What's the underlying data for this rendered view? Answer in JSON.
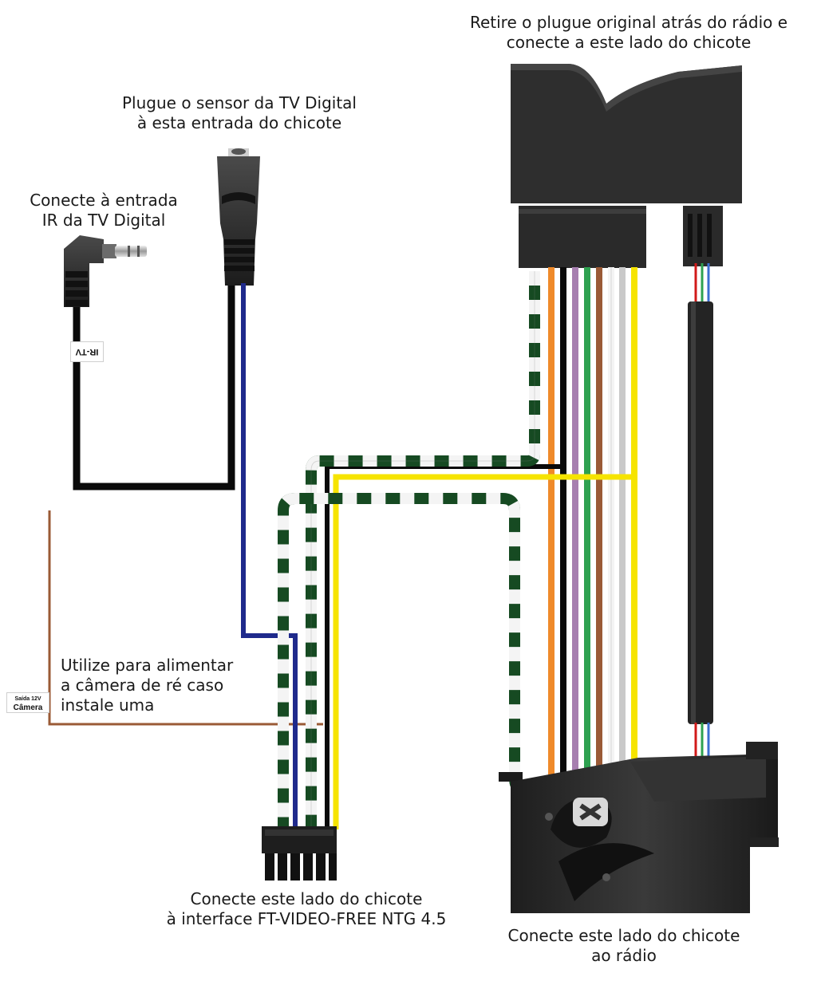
{
  "labels": {
    "radio_plug_line1": "Retire o plugue original atrás do rádio e",
    "radio_plug_line2": "conecte a este lado do chicote",
    "tv_sensor_line1": "Plugue o sensor da TV Digital",
    "tv_sensor_line2": "à esta entrada do chicote",
    "ir_input_line1": "Conecte à entrada",
    "ir_input_line2": "IR da TV Digital",
    "camera_line1": "Utilize para alimentar",
    "camera_line2": "a câmera de ré caso",
    "camera_line3": "instale uma",
    "interface_line1": "Conecte este lado do chicote",
    "interface_line2": "à interface FT-VIDEO-FREE NTG 4.5",
    "radio_line1": "Conecte este lado do chicote",
    "radio_line2": "ao rádio"
  },
  "tags": {
    "ir_tv": "IR-TV",
    "camera_power_top": "Saída 12V",
    "camera_power_bottom": "Câmera"
  },
  "wire_colors": {
    "black": "#0a0a0a",
    "blue": "#1f2a8c",
    "brown": "#9a5a36",
    "orange": "#ef8a2a",
    "violet": "#a77fb0",
    "green": "#2ea150",
    "white": "#f4f4f4",
    "grey": "#c9c9c9",
    "yellow": "#f6e400",
    "dark_green": "#164a22",
    "red": "#d11a1a",
    "connector_body": "#2b2b2b"
  }
}
